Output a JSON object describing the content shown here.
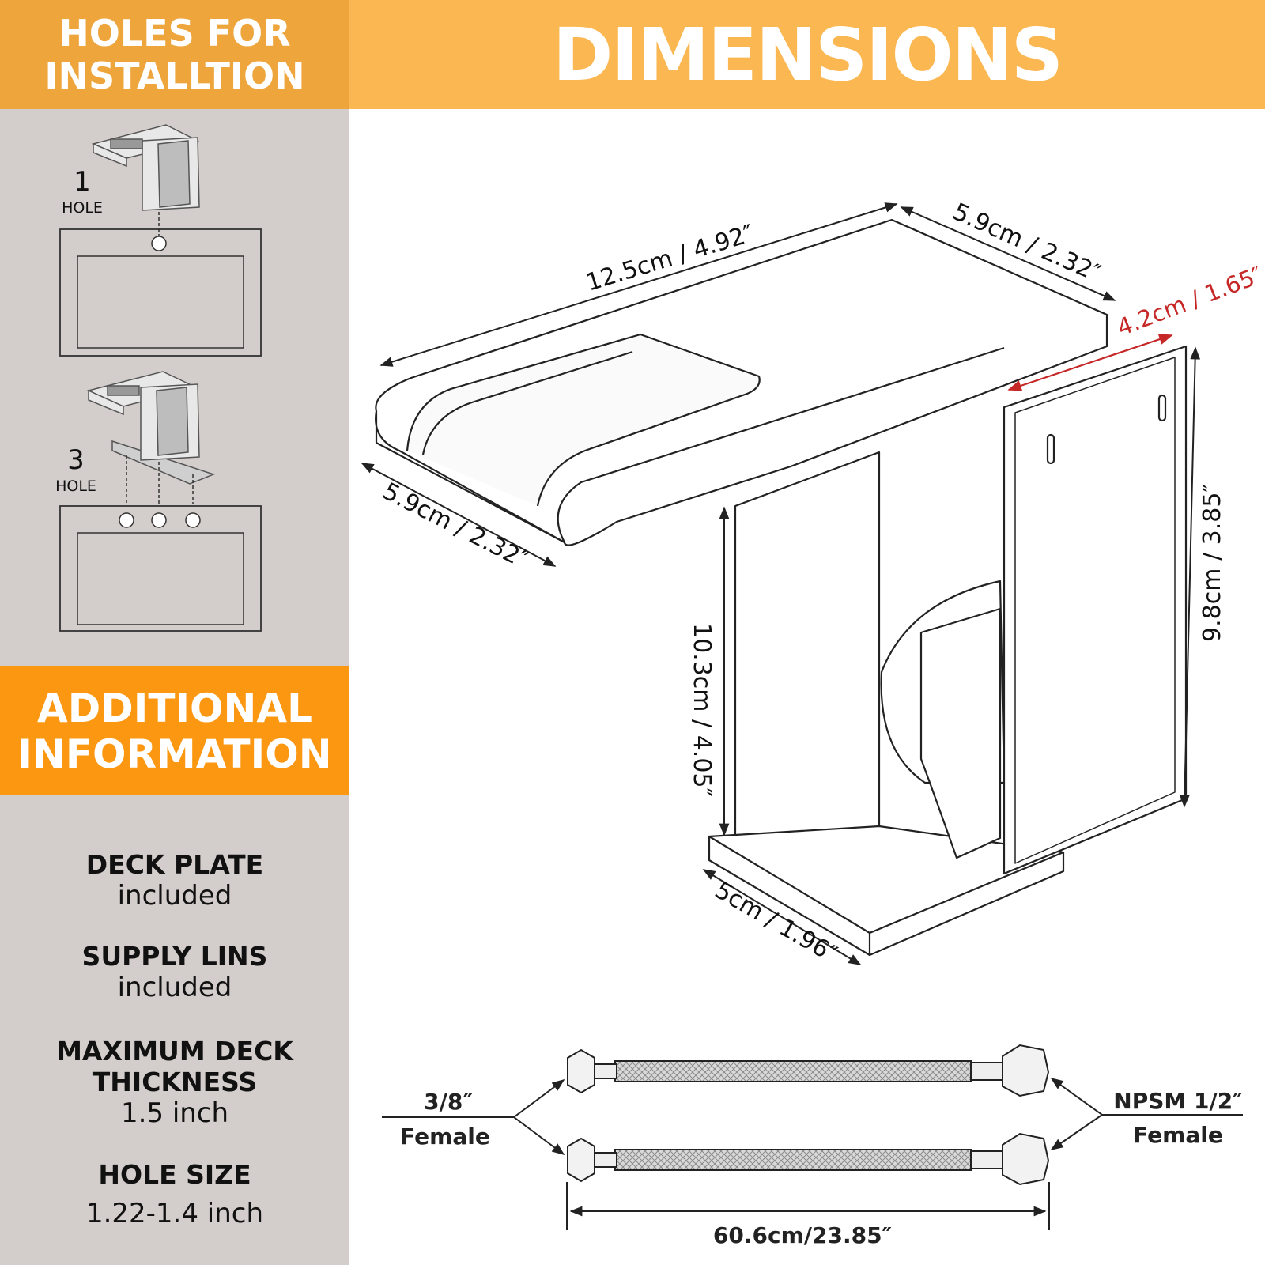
{
  "headers": {
    "holes_title": "HOLES FOR\nINSTALLTION",
    "dimensions_title": "DIMENSIONS",
    "additional_title": "ADDITIONAL\nINFORMATION"
  },
  "holes": [
    {
      "number": "1",
      "label": "HOLE"
    },
    {
      "number": "3",
      "label": "HOLE"
    }
  ],
  "info": [
    {
      "label": "DECK PLATE",
      "value": "included"
    },
    {
      "label": "SUPPLY LINS",
      "value": "included"
    },
    {
      "label": "MAXIMUM DECK\nTHICKNESS",
      "value": "1.5 inch"
    },
    {
      "label": "HOLE SIZE",
      "value": "1.22-1.4 inch"
    }
  ],
  "dimensions": {
    "length": "12.5cm / 4.92″",
    "top_depth": "5.9cm / 2.32″",
    "spout_depth": "5.9cm / 2.32″",
    "handle_width": "4.2cm / 1.65″",
    "spout_height": "10.3cm / 4.05″",
    "handle_height": "9.8cm / 3.85″",
    "base_depth": "5cm / 1.96″"
  },
  "hoses": {
    "left_size": "3/8″",
    "left_type": "Female",
    "right_size": "NPSM 1/2″",
    "right_type": "Female",
    "length": "60.6cm/23.85″"
  },
  "colors": {
    "header_left": "#eea53c",
    "header_right": "#fbb751",
    "header_additional": "#fb9711",
    "panel_gray": "#d3cdcb",
    "dimension_red": "#c62828"
  }
}
